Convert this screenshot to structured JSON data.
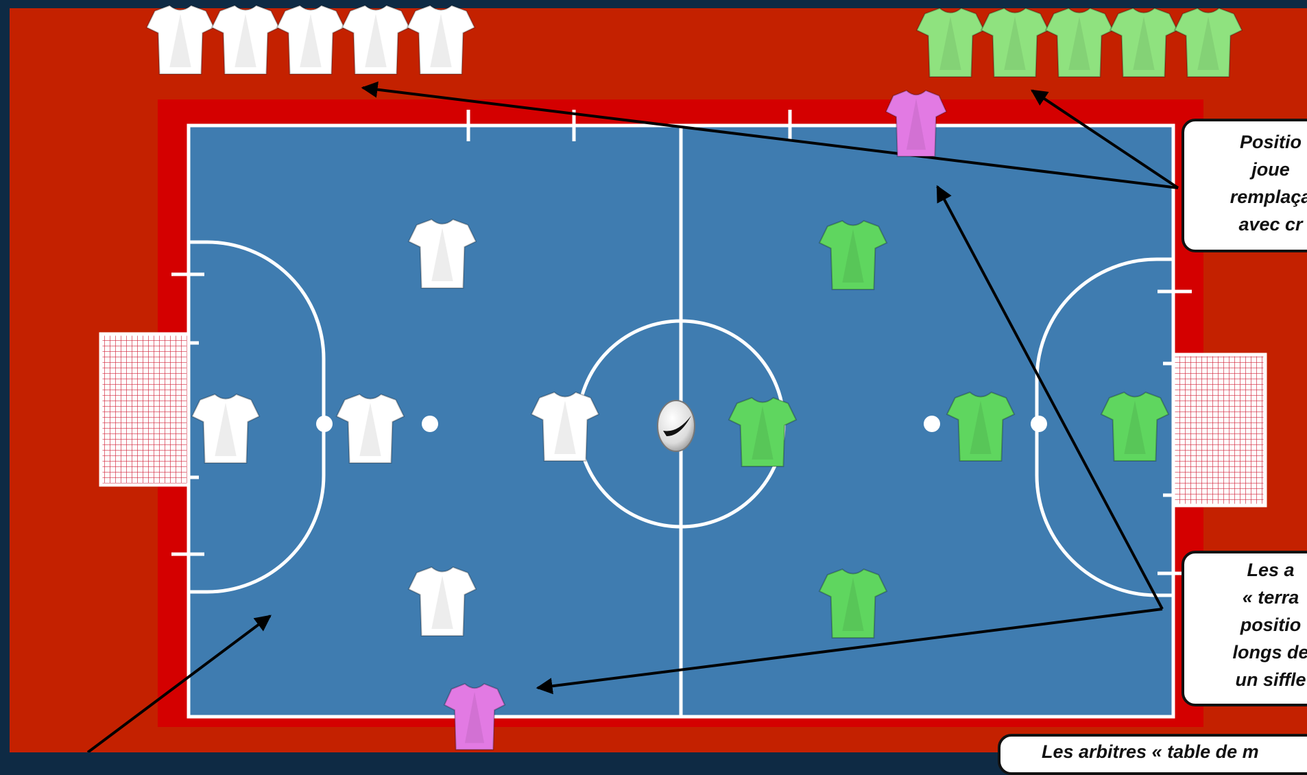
{
  "colors": {
    "surround": "#c42100",
    "run_off": "#d40000",
    "court": "#3f7cb0",
    "lines": "#ffffff",
    "team_white": "#ffffff",
    "team_green": "#5fd65f",
    "substitutes_green": "#8fe27f",
    "referee": "#e27ae3",
    "callout_border": "#111111"
  },
  "icons": {
    "player": "jersey-icon",
    "ball": "ball-icon",
    "goal": "goal-net-icon"
  },
  "callouts": {
    "substitutes": [
      "Positio",
      "joue",
      "remplaça",
      "avec cr"
    ],
    "field_referees": [
      "Les a",
      "« terra",
      "positio",
      "longs de",
      "un siffle"
    ],
    "table_referees": [
      "Les arbitres « table de m"
    ]
  }
}
